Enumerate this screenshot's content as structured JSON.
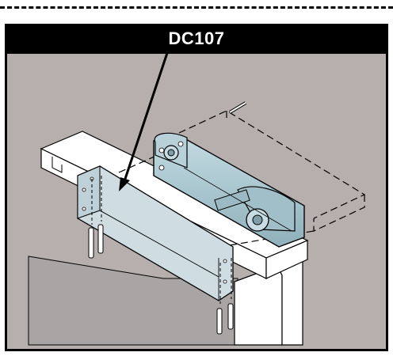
{
  "header": {
    "title": "DC107"
  },
  "colors": {
    "panel_background": "#b7aeae",
    "title_bar": "#000000",
    "title_text": "#ffffff",
    "closer_body": "#a9c6cf",
    "mounting_plate": "#cfdde3",
    "wall": "#a8a5a4",
    "frame": "#ffffff"
  },
  "icons": [
    "closer-body",
    "mounting-plate",
    "mounting-screw",
    "pointer-arrow"
  ]
}
